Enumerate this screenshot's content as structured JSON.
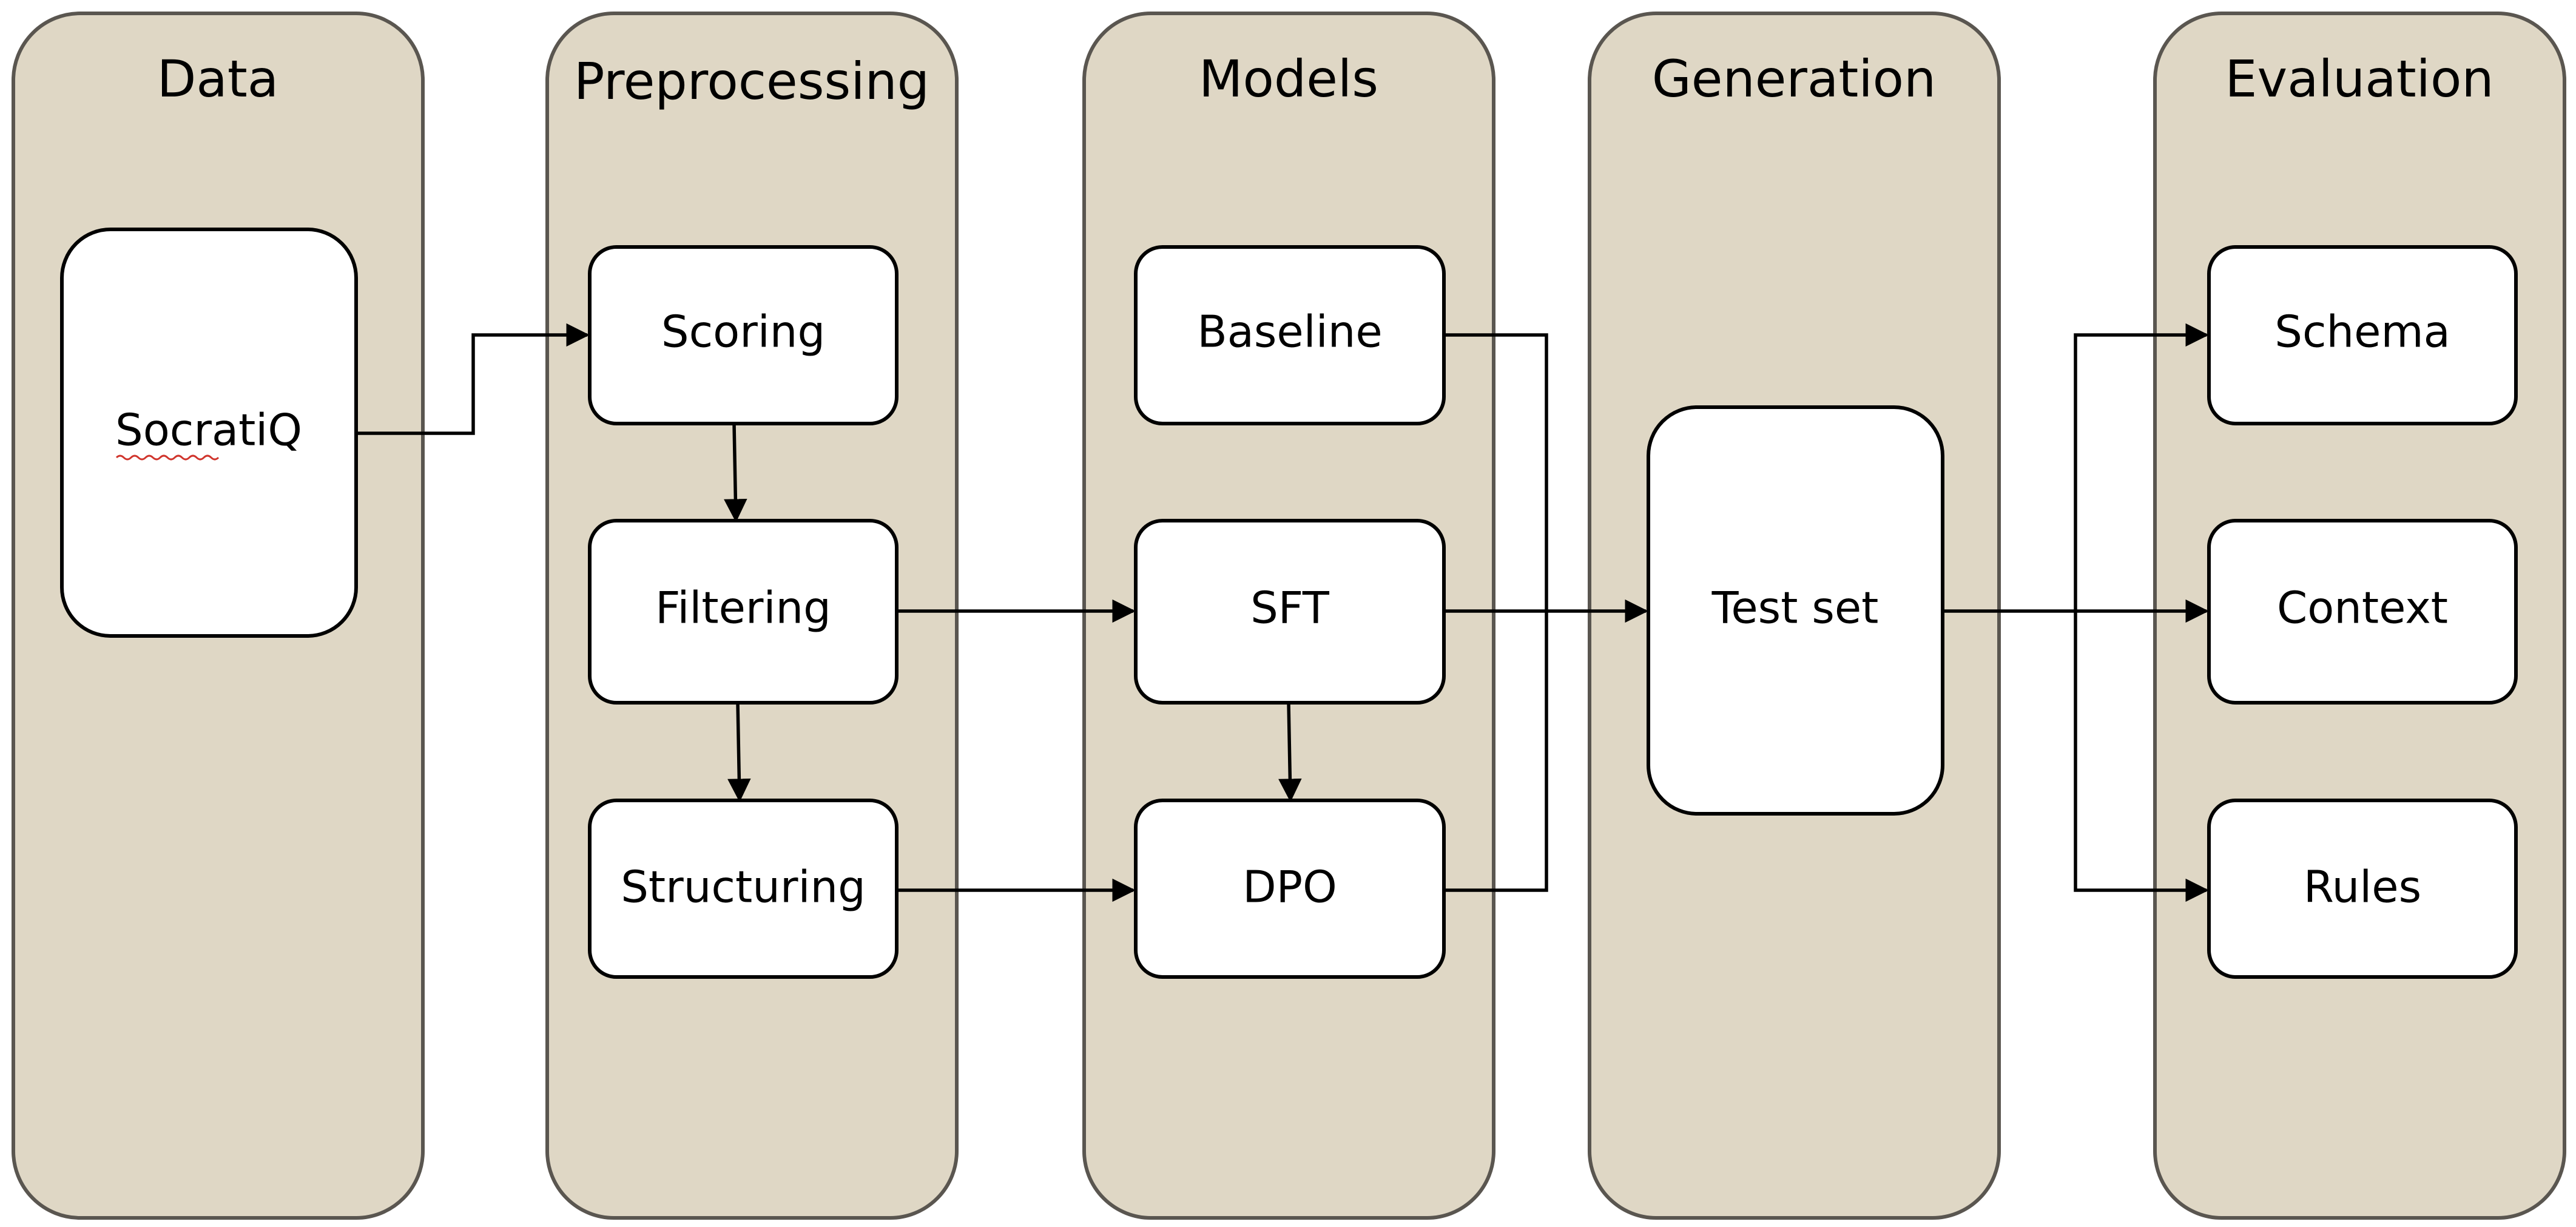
{
  "stages": {
    "data": {
      "title": "Data"
    },
    "preprocessing": {
      "title": "Preprocessing"
    },
    "models": {
      "title": "Models"
    },
    "generation": {
      "title": "Generation"
    },
    "evaluation": {
      "title": "Evaluation"
    }
  },
  "nodes": {
    "socratiq": "SocratiQ",
    "scoring": "Scoring",
    "filtering": "Filtering",
    "structuring": "Structuring",
    "baseline": "Baseline",
    "sft": "SFT",
    "dpo": "DPO",
    "test_set": "Test set",
    "schema": "Schema",
    "context": "Context",
    "rules": "Rules"
  },
  "colors": {
    "stage_fill": "#dfd7c5",
    "stage_border": "#5a5650",
    "node_fill": "#ffffff",
    "line": "#000000",
    "spellcheck_underline": "#d0342c"
  }
}
